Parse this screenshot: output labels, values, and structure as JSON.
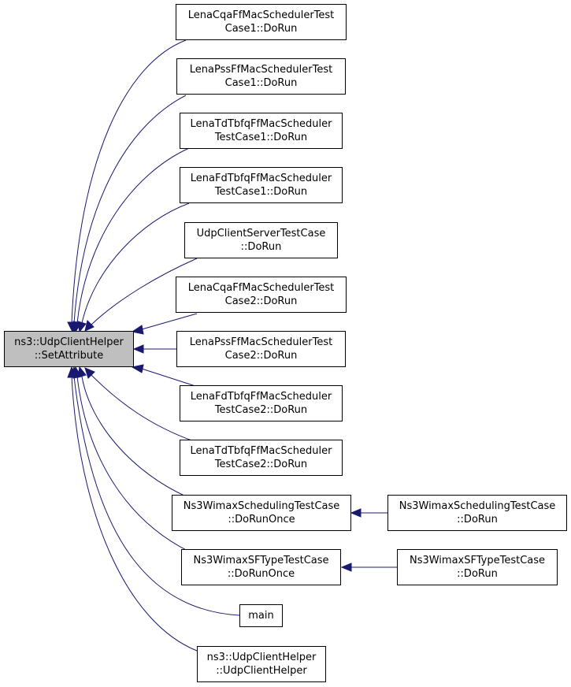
{
  "root": {
    "line1": "ns3::UdpClientHelper",
    "line2": "::SetAttribute"
  },
  "callers": [
    {
      "line1": "LenaCqaFfMacSchedulerTest",
      "line2": "Case1::DoRun"
    },
    {
      "line1": "LenaPssFfMacSchedulerTest",
      "line2": "Case1::DoRun"
    },
    {
      "line1": "LenaTdTbfqFfMacScheduler",
      "line2": "TestCase1::DoRun"
    },
    {
      "line1": "LenaFdTbfqFfMacScheduler",
      "line2": "TestCase1::DoRun"
    },
    {
      "line1": "UdpClientServerTestCase",
      "line2": "::DoRun"
    },
    {
      "line1": "LenaCqaFfMacSchedulerTest",
      "line2": "Case2::DoRun"
    },
    {
      "line1": "LenaPssFfMacSchedulerTest",
      "line2": "Case2::DoRun"
    },
    {
      "line1": "LenaFdTbfqFfMacScheduler",
      "line2": "TestCase2::DoRun"
    },
    {
      "line1": "LenaTdTbfqFfMacScheduler",
      "line2": "TestCase2::DoRun"
    },
    {
      "line1": "Ns3WimaxSchedulingTestCase",
      "line2": "::DoRunOnce"
    },
    {
      "line1": "Ns3WimaxSFTypeTestCase",
      "line2": "::DoRunOnce"
    },
    {
      "line1": "main",
      "line2": ""
    },
    {
      "line1": "ns3::UdpClientHelper",
      "line2": "::UdpClientHelper"
    }
  ],
  "second_level": [
    {
      "line1": "Ns3WimaxSchedulingTestCase",
      "line2": "::DoRun"
    },
    {
      "line1": "Ns3WimaxSFTypeTestCase",
      "line2": "::DoRun"
    }
  ],
  "colors": {
    "edge": "#191970",
    "root_fill": "#bfbfbf",
    "node_fill": "#ffffff",
    "border": "#000000"
  }
}
